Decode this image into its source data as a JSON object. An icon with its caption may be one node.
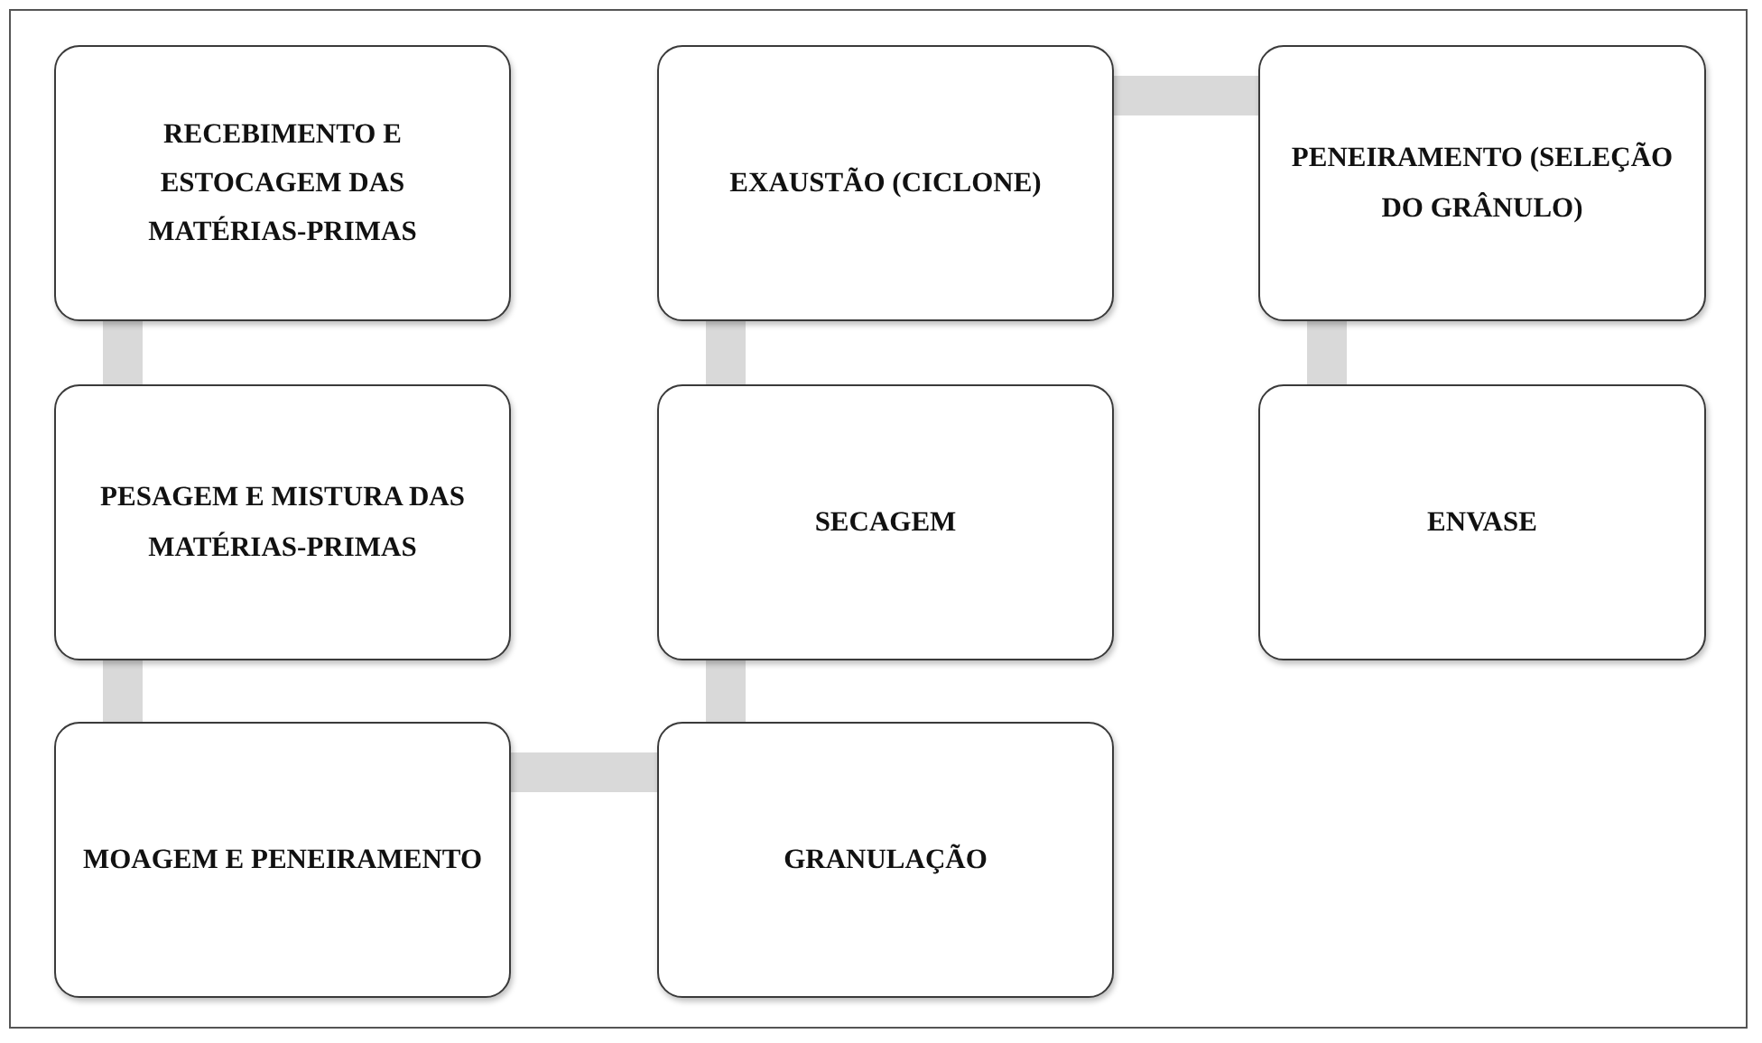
{
  "diagram": {
    "nodes": [
      {
        "text": [
          "RECEBIMENTO E ESTOCAGEM DAS MATÉRIAS-PRIMAS"
        ]
      },
      {
        "text": [
          "PESAGEM E MISTURA DAS MATÉRIAS-PRIMAS"
        ]
      },
      {
        "text": [
          "MOAGEM E PENEIRAMENTO"
        ]
      },
      {
        "text": [
          "GRANULAÇÃO"
        ]
      },
      {
        "text": [
          "SECAGEM"
        ]
      },
      {
        "text": [
          "EXAUSTÃO (CICLONE)"
        ]
      },
      {
        "text": [
          "PENEIRAMENTO (SELEÇÃO DO GRÂNULO)"
        ]
      },
      {
        "text": [
          "ENVASE"
        ]
      }
    ],
    "edges": [
      {
        "from": 0,
        "to": 1,
        "arrow": "none"
      },
      {
        "from": 1,
        "to": 2,
        "arrow": "none"
      },
      {
        "from": 2,
        "to": 3,
        "arrow": "none"
      },
      {
        "from": 3,
        "to": 4,
        "arrow": "none"
      },
      {
        "from": 4,
        "to": 5,
        "arrow": "none"
      },
      {
        "from": 5,
        "to": 6,
        "arrow": "none"
      },
      {
        "from": 6,
        "to": 7,
        "arrow": "none"
      }
    ]
  }
}
